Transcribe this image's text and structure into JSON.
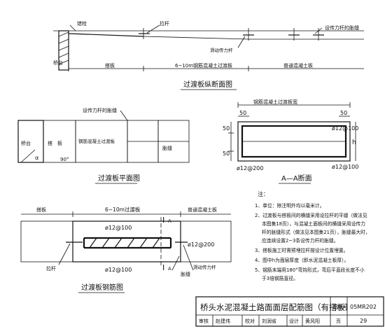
{
  "profile": {
    "label_tie_bar": "错栓",
    "label_pull_rod": "拉杆",
    "label_slide_bar": "滑动传力杆",
    "label_dowel_joint": "设传力杆的胀缝",
    "label_abutment": "桥台",
    "label_slab": "搭板",
    "label_transition": "6~10m钢筋混凝土过渡板",
    "label_normal": "普通混凝土板",
    "title": "过渡板纵断面图"
  },
  "plan": {
    "label_dowel_joint": "设传力杆的胀缝",
    "label_abutment": "桥台",
    "label_slab": "搭　板",
    "label_transition": "钢筋混凝土过渡板",
    "label_joint": "胀缝",
    "angle_alpha": "α",
    "angle_90": "90°",
    "title": "过渡板平面图"
  },
  "section": {
    "header": "钢筋混凝土过渡板宽",
    "dim_50_left": "50",
    "dim_50_right": "50",
    "dim_50_side_top": "50",
    "dim_50_side_bot": "50",
    "h": "h",
    "rebar_top": "ø12@100",
    "rebar_bottom_right": "ø12@100",
    "rebar_bottom_left": "ø12@200",
    "title": "A—A断面"
  },
  "rebar": {
    "label_slab": "搭板",
    "label_transition": "6~10m过渡板",
    "label_normal": "普通混凝土板",
    "rebar_top": "ø12@100",
    "rebar_right": "ø12@200",
    "rebar_bottom": "ø12@100",
    "section_top": "I",
    "section_top_sub": "A",
    "section_bot": "I",
    "section_bot_sub": "A",
    "label_pull_rod": "拉杆",
    "label_slide_bar": "滑动传力杆",
    "label_joint": "胀缝",
    "title": "过渡板钢筋图"
  },
  "notes": {
    "heading": "注：",
    "items": [
      "1、单位：除注明外均以毫米计。",
      "2、过渡板与搭板间的横缝采用设拉杆的平缝（做法见",
      "本图集18页），与混凝土面板间的横缝采用设传力",
      "杆的胀缝形式（做法见本图集21页），胀缝最大时，",
      "应连续设置2~3条设传力杆的胀缝。",
      "3、搭板施工时需预埋拉杆按设计位置埋置。",
      "4、图中h为面层厚度（即水泥混凝土板厚）。",
      "5、钢筋末端用180°弯钩形式，弯后平直段长度不小",
      "于3倍钢筋直径。"
    ]
  },
  "title_block": {
    "title": "桥头水泥混凝土路面面层配筋图（有搭板）",
    "atlas_label": "图集号",
    "atlas_no": "05MR202",
    "review_label": "审核",
    "review_name": "赵建伟",
    "check_label": "校对",
    "check_name": "刘润省",
    "design_label": "设计",
    "design_name": "黄风阳",
    "page_label": "页",
    "page_no": "29"
  }
}
